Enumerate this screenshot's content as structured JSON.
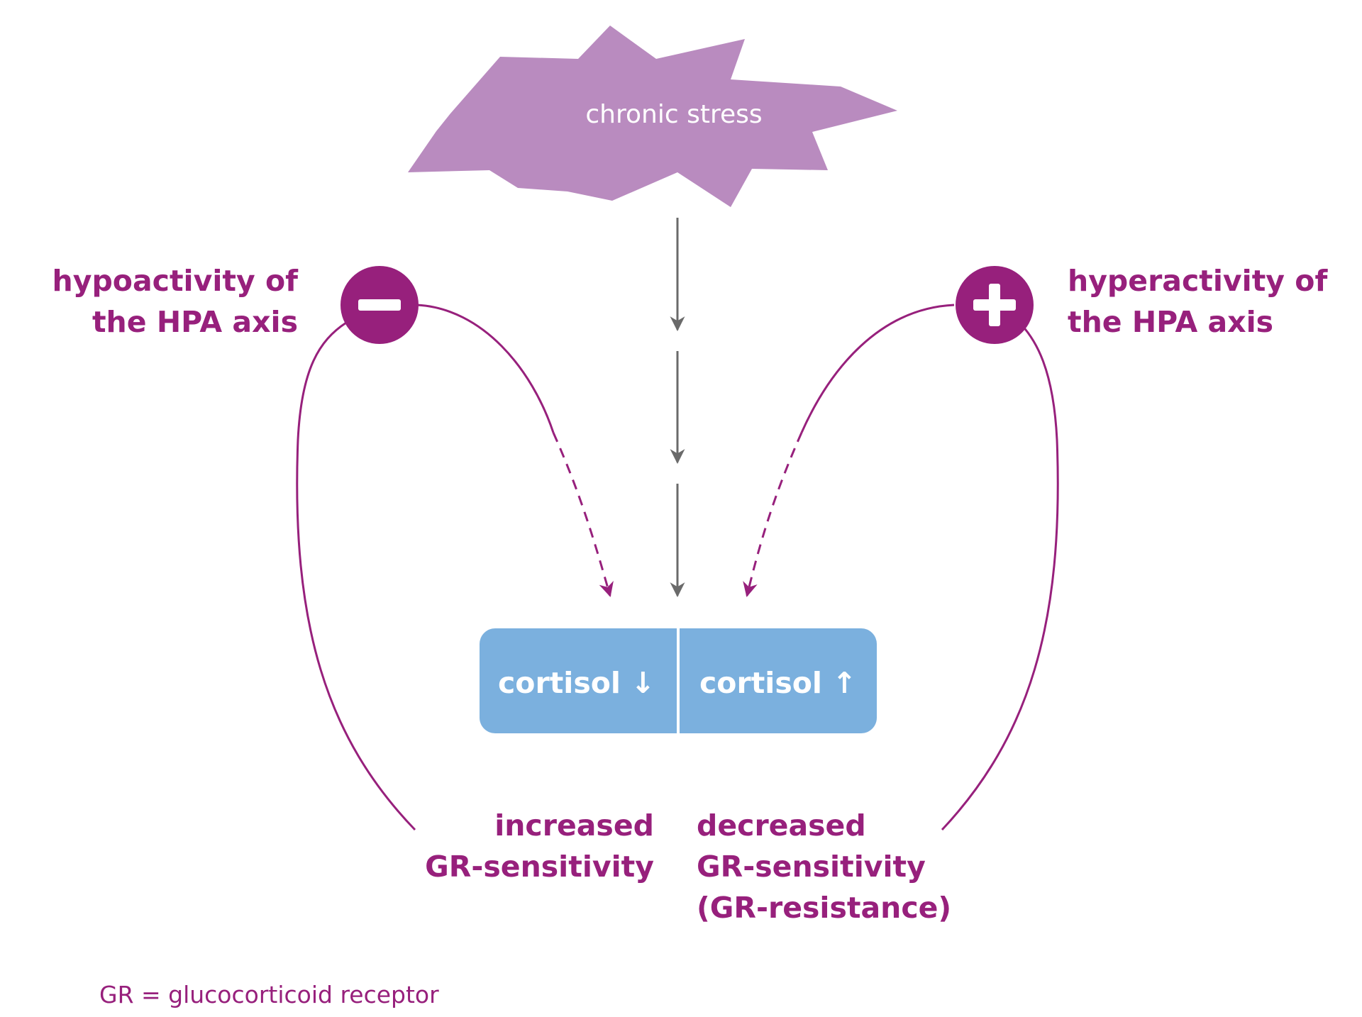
{
  "stressor": {
    "label": "chronic stress"
  },
  "left_branch": {
    "sign": "−",
    "title_line1": "hypoactivity of",
    "title_line2": "the HPA axis",
    "cortisol_label": "cortisol ↓",
    "gr_line1": "increased",
    "gr_line2": "GR-sensitivity"
  },
  "right_branch": {
    "sign": "+",
    "title_line1": "hyperactivity of",
    "title_line2": "the HPA axis",
    "cortisol_label": "cortisol ↑",
    "gr_line1": "decreased",
    "gr_line2": "GR-sensitivity",
    "gr_line3": "(GR-resistance)"
  },
  "legend": {
    "text": "GR = glucocorticoid receptor"
  },
  "colors": {
    "magenta": "#97207c",
    "burst": "#b98bbf",
    "box": "#7bb0de",
    "arrow_gray": "#6a6a6a"
  }
}
